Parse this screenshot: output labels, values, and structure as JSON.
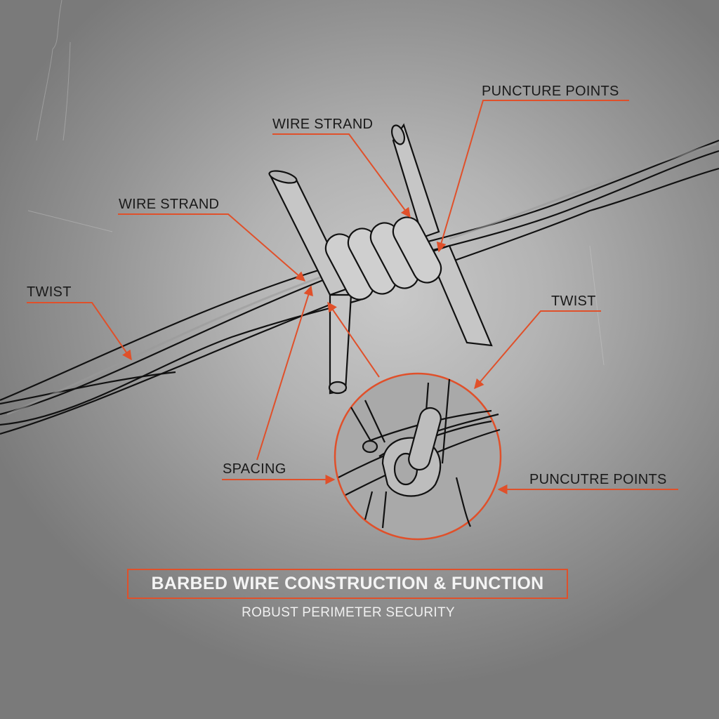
{
  "diagram": {
    "title": "BARBED WIRE CONSTRUCTION & FUNCTION",
    "subtitle": "ROBUST PERIMETER SECURITY",
    "accent_color": "#e0502a",
    "line_color": "#111111",
    "labels": [
      {
        "id": "puncture-points-top",
        "text": "PUNCTURE POINTS"
      },
      {
        "id": "wire-strand-top",
        "text": "WIRE STRAND"
      },
      {
        "id": "wire-strand-left",
        "text": "WIRE STRAND"
      },
      {
        "id": "twist-left",
        "text": "TWIST"
      },
      {
        "id": "twist-right",
        "text": "TWIST"
      },
      {
        "id": "spacing",
        "text": "SPACING"
      },
      {
        "id": "puncture-points-right",
        "text": "PUNCUTRE POINTS"
      }
    ],
    "detail_callout": "knot-detail-magnifier"
  }
}
